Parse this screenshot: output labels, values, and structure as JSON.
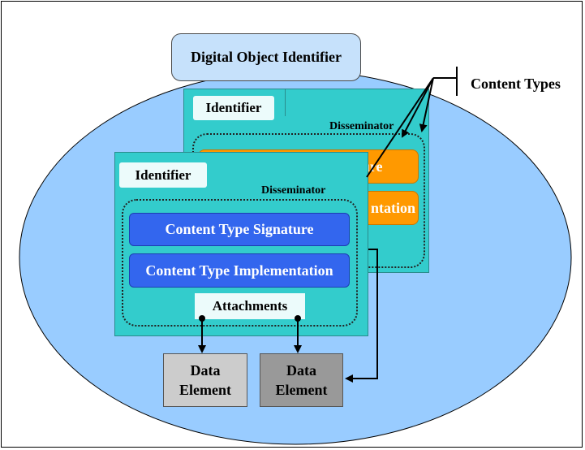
{
  "title": "Digital Object Identifier",
  "content_types_label": "Content Types",
  "back_panel": {
    "identifier": "Identifier",
    "disseminator": "Disseminator",
    "signature": "Content Type Signature",
    "implementation_visible": "ntation"
  },
  "front_panel": {
    "identifier": "Identifier",
    "disseminator": "Disseminator",
    "signature": "Content Type Signature",
    "implementation": "Content Type Implementation",
    "attachments": "Attachments"
  },
  "data_elements": [
    {
      "line1": "Data",
      "line2": "Element"
    },
    {
      "line1": "Data",
      "line2": "Element"
    }
  ],
  "colors": {
    "ellipse": "#99ccff",
    "panel": "#33cccc",
    "signature_back": "#ff9900",
    "signature_front": "#3366ee",
    "data_light": "#cccccc",
    "data_dark": "#999999"
  }
}
